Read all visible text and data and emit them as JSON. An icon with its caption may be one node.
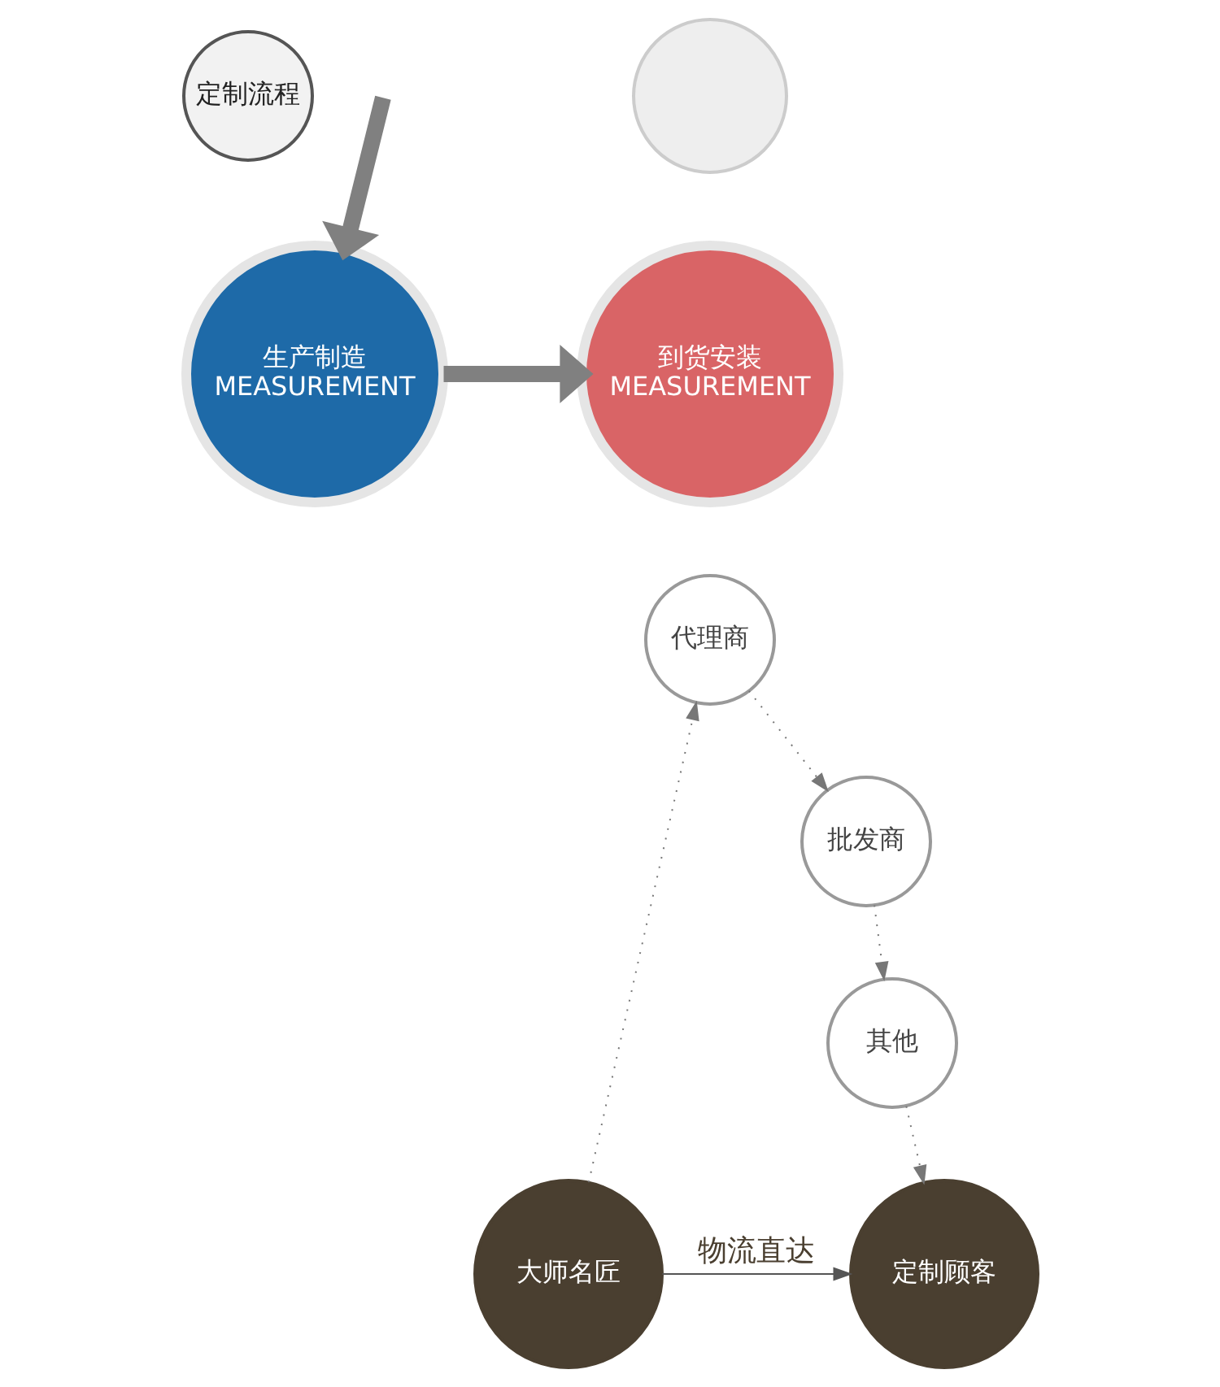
{
  "diagram": {
    "nodes": [
      {
        "text": [],
        "shape": "circle"
      },
      {
        "text": [
          "定制流程"
        ]
      },
      {
        "text": [
          "到货安装",
          "MEASUREMENT"
        ]
      },
      {
        "text": [
          "生产制造",
          "MEASUREMENT"
        ]
      },
      {
        "text": [
          "代理商"
        ]
      },
      {
        "text": [
          "批发商"
        ]
      },
      {
        "text": [
          "其他"
        ]
      },
      {
        "text": [
          "大师名匠"
        ]
      },
      {
        "text": [
          "定制顾客"
        ]
      }
    ],
    "edges": [
      {
        "from": null,
        "to": 3,
        "arrow": "to",
        "style": "thick"
      },
      {
        "from": 3,
        "to": 2,
        "arrow": "to",
        "style": "thick"
      },
      {
        "from": 7,
        "to": 4,
        "arrow": "to",
        "style": "dashed"
      },
      {
        "from": 4,
        "to": 5,
        "arrow": "to",
        "style": "dashed"
      },
      {
        "from": 5,
        "to": 6,
        "arrow": "to",
        "style": "dashed"
      },
      {
        "from": 6,
        "to": 8,
        "arrow": "to",
        "style": "dashed"
      },
      {
        "from": 7,
        "to": 8,
        "arrow": "to",
        "label": "物流直达"
      }
    ]
  }
}
